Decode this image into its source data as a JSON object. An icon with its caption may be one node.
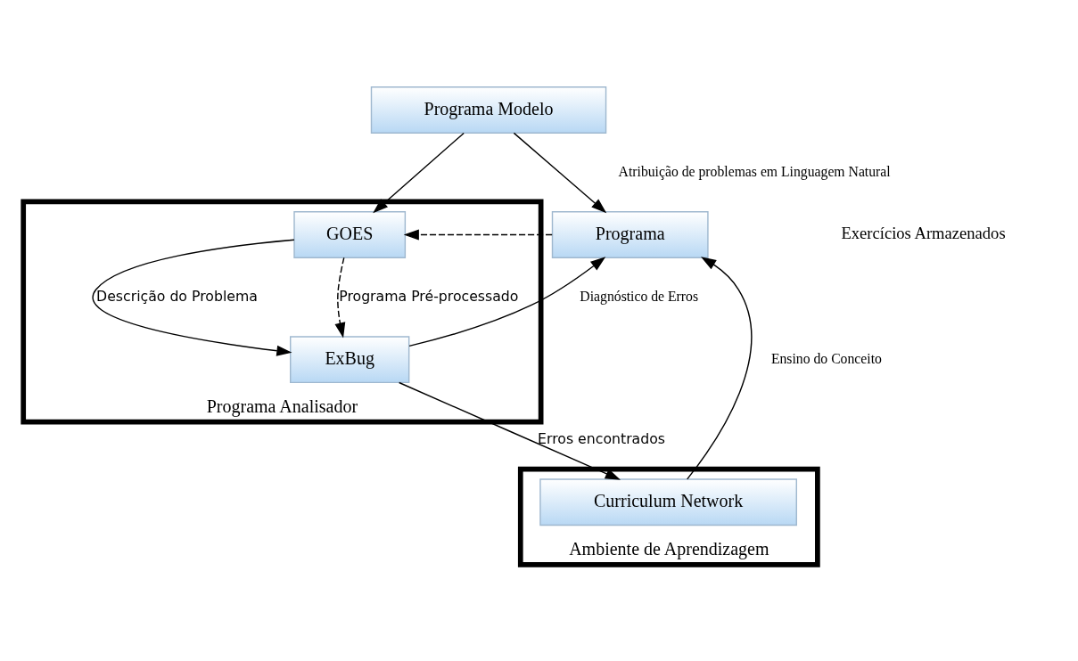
{
  "diagram": {
    "nodes": [
      {
        "text": [
          "Programa Modelo"
        ]
      },
      {
        "text": [
          "Programa"
        ]
      },
      {
        "text": [
          "Programa Analisador"
        ]
      },
      {
        "text": [
          "GOES"
        ],
        "in": 2
      },
      {
        "text": [
          "ExBug"
        ],
        "in": 2
      },
      {
        "text": [
          "Ambiente de Aprendizagem"
        ]
      },
      {
        "text": [
          "Curriculum Network"
        ],
        "in": 5
      }
    ],
    "edges": [
      {
        "from": 0,
        "to": 1,
        "arrow": "to",
        "label": "Atribuição de problemas em Linguagem Natural"
      },
      {
        "from": 0,
        "to": 3,
        "arrow": "to"
      },
      {
        "from": 1,
        "to": 3,
        "arrow": "to",
        "style": "dashed"
      },
      {
        "from": 3,
        "to": 4,
        "arrow": "to",
        "label": "Descrição do Problema"
      },
      {
        "from": 3,
        "to": 4,
        "arrow": "to",
        "label": "Programa Pré-processado",
        "style": "dashed"
      },
      {
        "from": 4,
        "to": 1,
        "arrow": "to",
        "label": "Diagnóstico de Erros"
      },
      {
        "from": 4,
        "to": 6,
        "arrow": "to",
        "label": "Erros encontrados"
      },
      {
        "from": 6,
        "to": 1,
        "arrow": "to",
        "label": "Ensino do Conceito"
      }
    ],
    "labels": [
      "Exercícios Armazenados"
    ]
  }
}
